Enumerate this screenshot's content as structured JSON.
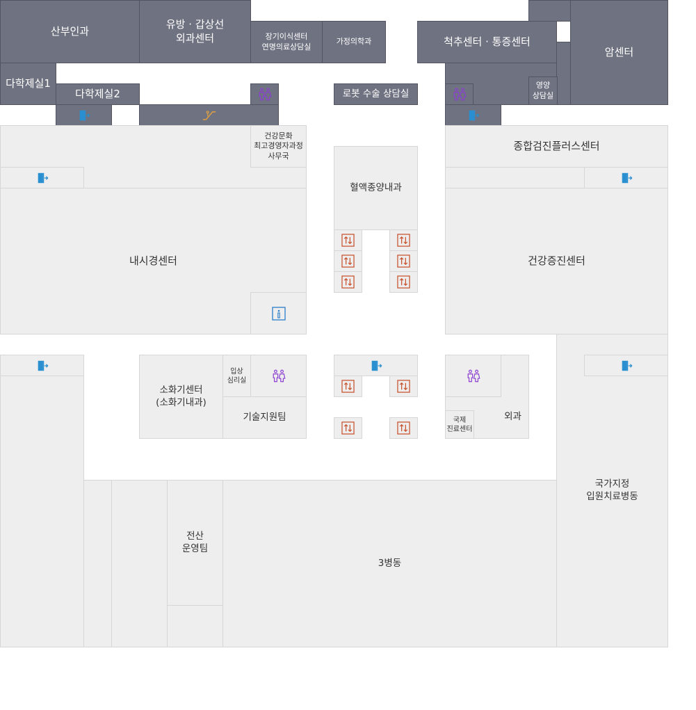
{
  "rooms": {
    "obgyn": "산부인과",
    "breast_thyroid": "유방 · 갑상선\n외과센터",
    "organ_transplant": "장기이식센터\n연명의료상담실",
    "family_medicine": "가정의학과",
    "spine_pain": "척추센터 · 통증센터",
    "cancer": "암센터",
    "multi1": "다학제실1",
    "multi2": "다학제실2",
    "robot_surgery": "로봇 수술 상담실",
    "nutrition": "영양\n상담실",
    "health_culture": "건강문화\n최고경영자과정\n사무국",
    "hemato_oncology": "혈액종양내과",
    "comprehensive_checkup": "종합검진플러스센터",
    "endoscopy": "내시경센터",
    "health_promotion": "건강증진센터",
    "digestive": "소화기센터\n(소화기내과)",
    "clinical_psych": "입상\n심리실",
    "tech_support": "기술지원팀",
    "surgery": "외과",
    "international": "국제\n진료센터",
    "national_ward": "국가지정\n입원치료병동",
    "it_team": "전산\n운영팀",
    "ward3": "3병동"
  },
  "icons": {
    "restroom": "restroom-icon",
    "exit": "exit-door-icon",
    "escalator": "escalator-icon",
    "elevator": "elevator-icon",
    "info": "information-icon"
  },
  "colors": {
    "dark_room": "#6f7280",
    "light_room": "#eeeeee",
    "exit_blue": "#2a8fd0",
    "restroom_purple": "#8a3fd1",
    "elevator_orange": "#c8502a",
    "escalator_orange": "#e0a040"
  }
}
